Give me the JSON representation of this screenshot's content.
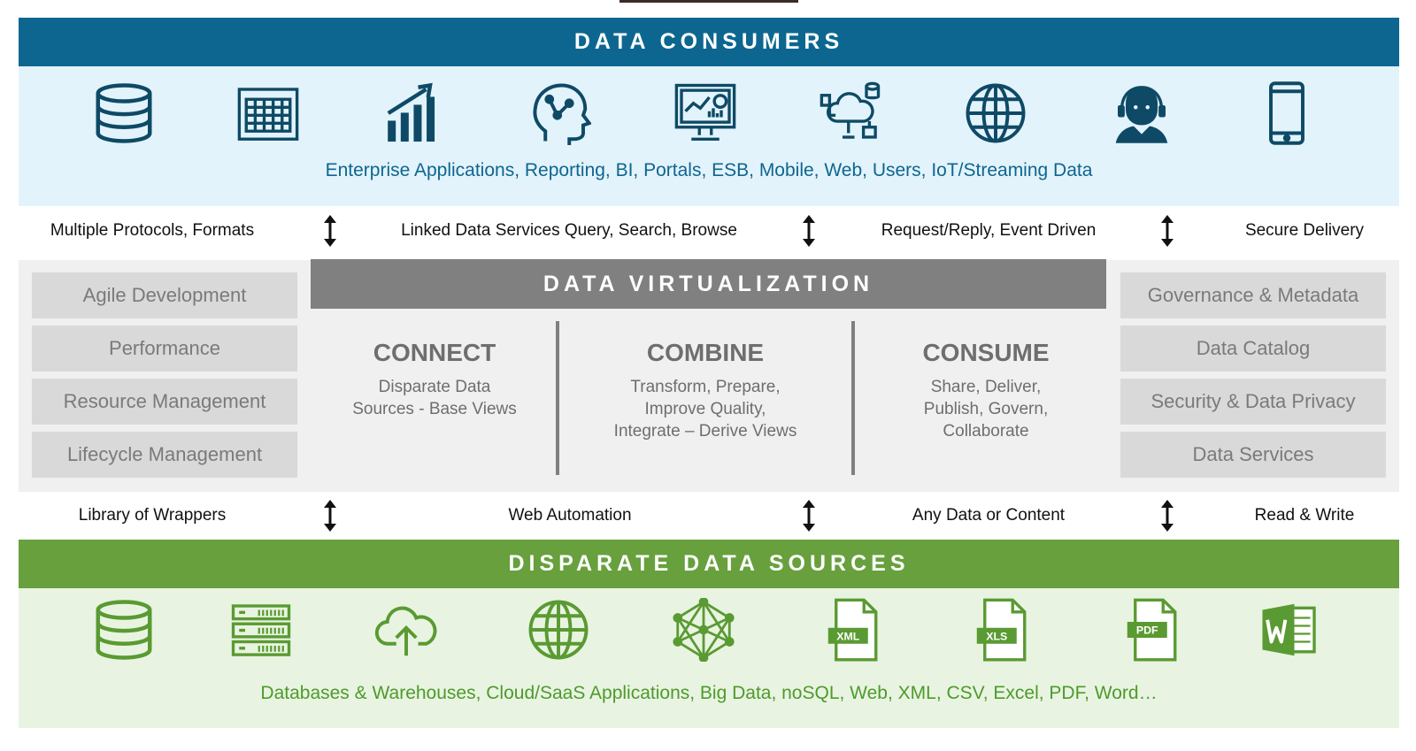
{
  "consumers": {
    "title": "DATA CONSUMERS",
    "caption": "Enterprise Applications, Reporting, BI, Portals, ESB, Mobile, Web, Users, IoT/Streaming Data",
    "icons": [
      "database-icon",
      "spreadsheet-icon",
      "bar-chart-growth-icon",
      "ai-head-icon",
      "dashboard-monitor-icon",
      "cloud-network-icon",
      "globe-icon",
      "support-agent-icon",
      "mobile-phone-icon"
    ]
  },
  "protocols_top": {
    "items": [
      "Multiple Protocols, Formats",
      "Linked Data Services Query, Search, Browse",
      "Request/Reply, Event Driven",
      "Secure Delivery"
    ]
  },
  "virtualization": {
    "title": "DATA VIRTUALIZATION",
    "left_boxes": [
      "Agile Development",
      "Performance",
      "Resource Management",
      "Lifecycle Management"
    ],
    "right_boxes": [
      "Governance & Metadata",
      "Data Catalog",
      "Security & Data Privacy",
      "Data Services"
    ],
    "columns": [
      {
        "title": "CONNECT",
        "lines": [
          "Disparate Data",
          "Sources - Base Views"
        ]
      },
      {
        "title": "COMBINE",
        "lines": [
          "Transform, Prepare,",
          "Improve Quality,",
          "Integrate – Derive Views"
        ]
      },
      {
        "title": "CONSUME",
        "lines": [
          "Share, Deliver,",
          "Publish, Govern,",
          "Collaborate"
        ]
      }
    ]
  },
  "protocols_bottom": {
    "items": [
      "Library of Wrappers",
      "Web Automation",
      "Any Data or Content",
      "Read & Write"
    ]
  },
  "sources": {
    "title": "DISPARATE DATA SOURCES",
    "caption": "Databases & Warehouses, Cloud/SaaS Applications, Big Data, noSQL, Web, XML, CSV, Excel, PDF, Word…",
    "icons": [
      "database-icon",
      "server-rack-icon",
      "cloud-upload-icon",
      "globe-icon",
      "network-mesh-icon",
      "xml-file-icon",
      "xls-file-icon",
      "pdf-file-icon",
      "word-file-icon"
    ],
    "file_badges": [
      "XML",
      "XLS",
      "PDF"
    ]
  },
  "colors": {
    "consumers_header": "#0d6690",
    "consumers_bg": "#e3f3fb",
    "consumers_icon": "#0e4a66",
    "virtualization_header": "#808080",
    "virtualization_bg": "#f0f0f0",
    "side_box": "#d9d9d9",
    "sources_header": "#67a03d",
    "sources_bg": "#e8f4e1",
    "sources_icon": "#5a9a32"
  }
}
